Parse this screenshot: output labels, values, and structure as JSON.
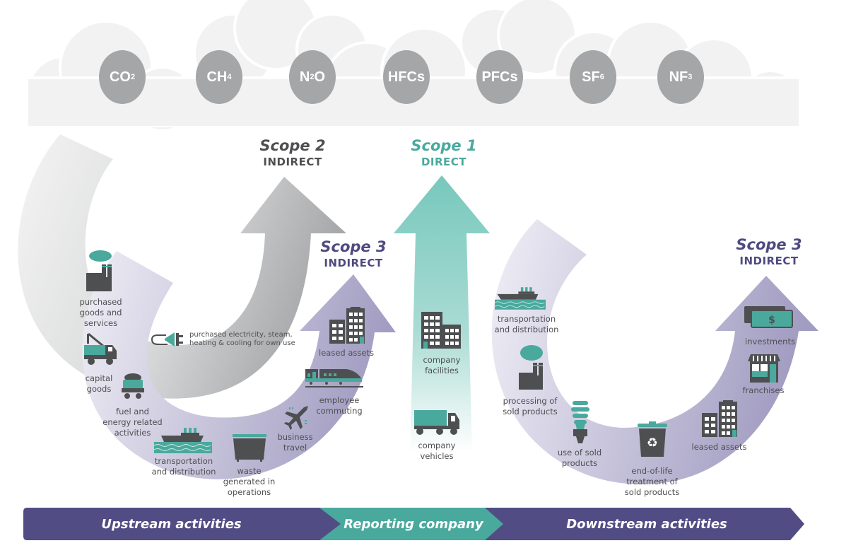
{
  "gases": [
    {
      "base": "CO",
      "sub": "2"
    },
    {
      "base": "CH",
      "sub": "4"
    },
    {
      "base": "N",
      "sub": "2",
      "tail": "O"
    },
    {
      "base": "HFCs",
      "sub": ""
    },
    {
      "base": "PFCs",
      "sub": ""
    },
    {
      "base": "SF",
      "sub": "6"
    },
    {
      "base": "NF",
      "sub": "3"
    }
  ],
  "scopes": {
    "scope2": {
      "title": "Scope 2",
      "subtitle": "INDIRECT",
      "color": "#4e4f51"
    },
    "scope1": {
      "title": "Scope 1",
      "subtitle": "DIRECT",
      "color": "#4aa99d"
    },
    "scope3_up": {
      "title": "Scope 3",
      "subtitle": "INDIRECT",
      "color": "#4e4a80"
    },
    "scope3_down": {
      "title": "Scope 3",
      "subtitle": "INDIRECT",
      "color": "#4e4a80"
    }
  },
  "upstream_items": [
    {
      "icon": "factory-icon",
      "label": "purchased\ngoods and\nservices"
    },
    {
      "icon": "crane-truck-icon",
      "label": "capital\ngoods"
    },
    {
      "icon": "coal-cart-icon",
      "label": "fuel and\nenergy related\nactivities"
    },
    {
      "icon": "ship-icon",
      "label": "transportation\nand distribution"
    },
    {
      "icon": "dumpster-icon",
      "label": "waste\ngenerated in\noperations"
    },
    {
      "icon": "airplane-icon",
      "label": "business\ntravel"
    },
    {
      "icon": "train-icon",
      "label": "employee\ncommuting"
    },
    {
      "icon": "building-icon",
      "label": "leased assets"
    }
  ],
  "scope2_item": {
    "icon": "plug-icon",
    "label": "purchased electricity, steam,\nheating & cooling for own use"
  },
  "reporting_items": [
    {
      "icon": "company-building-icon",
      "label": "company\nfacilities"
    },
    {
      "icon": "truck-icon",
      "label": "company\nvehicles"
    }
  ],
  "downstream_items": [
    {
      "icon": "ship-icon",
      "label": "transportation\nand distribution"
    },
    {
      "icon": "factory-icon",
      "label": "processing of\nsold products"
    },
    {
      "icon": "lightbulb-icon",
      "label": "use of sold\nproducts"
    },
    {
      "icon": "recycle-bin-icon",
      "label": "end-of-life\ntreatment of\nsold products"
    },
    {
      "icon": "building-icon",
      "label": "leased assets"
    },
    {
      "icon": "storefront-icon",
      "label": "franchises"
    },
    {
      "icon": "money-icon",
      "label": "investments"
    }
  ],
  "footer": {
    "upstream": "Upstream activities",
    "reporting": "Reporting company",
    "downstream": "Downstream activities"
  },
  "colors": {
    "purple": "#524c85",
    "teal": "#4aa99d",
    "gray_icon": "#4e4f51",
    "cloud": "#f2f2f2",
    "gas_bubble": "#a4a6a7"
  }
}
